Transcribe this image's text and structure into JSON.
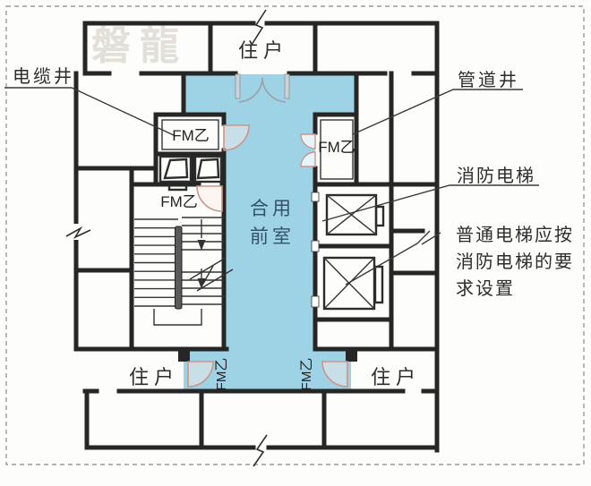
{
  "figure": {
    "watermark": "磐龍",
    "rooms": {
      "lobby_line1": "合用",
      "lobby_line2": "前室",
      "resident_top": "住户",
      "resident_bottom_left": "住户",
      "resident_bottom_right": "住户"
    },
    "fire_door_label": "FM乙",
    "callouts": {
      "cable_shaft": "电缆井",
      "pipe_shaft": "管道井",
      "fire_elevator": "消防电梯",
      "note_line1": "普通电梯应按",
      "note_line2": "消防电梯的要",
      "note_line3": "求设置"
    },
    "colors": {
      "lobby_fill": "#9ed3e6",
      "wall": "#262626",
      "door_arc": "#cf9485",
      "lobby_text": "#34506a",
      "watermark": "#e3e0da"
    }
  }
}
